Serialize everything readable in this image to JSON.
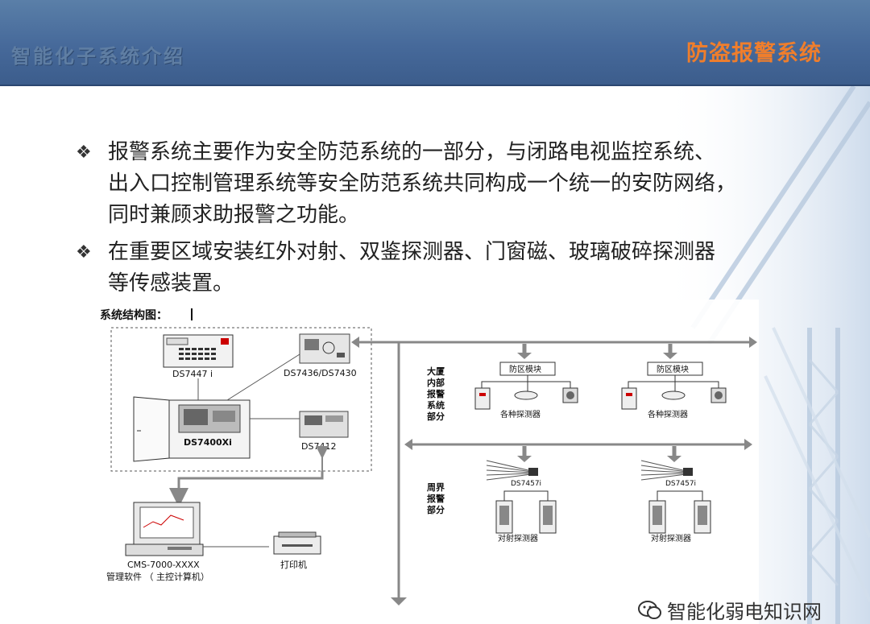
{
  "header": {
    "left_title": "智能化子系统介绍",
    "right_title": "防盗报警系统"
  },
  "bullets": [
    {
      "lines": [
        "报警系统主要作为安全防范系统的一部分，与闭路电视监控系统、",
        "出入口控制管理系统等安全防范系统共同构成一个统一的安防网络，",
        "同时兼顾求助报警之功能。"
      ]
    },
    {
      "lines": [
        "在重要区域安装红外对射、双鉴探测器、门窗磁、玻璃破碎探测器",
        "等传感装置。"
      ]
    }
  ],
  "bullet_icon": "diamond-dots-icon",
  "diagram": {
    "title": "系统结构图：",
    "devices": {
      "keypad": "DS7447 i",
      "module_board": "DS7436/DS7430",
      "panel": "DS7400Xi",
      "comm_board": "DS7412",
      "computer": "CMS-7000-XXXX",
      "computer_caption": "管理软件 （ 主控计算机）",
      "printer": "打印机"
    },
    "building_section_label": "大厦内部报警系统部分",
    "perimeter_section_label": "周界报警部分",
    "zone_module": "防区模块",
    "detectors_label": "各种探测器",
    "beam_unit": "DS7457i",
    "beam_detectors_label": "对射探测器"
  },
  "watermark": {
    "text": "智能化弱电知识网",
    "icon": "wechat-icon"
  },
  "colors": {
    "header": "#46699a",
    "accent": "#ef7e2c",
    "arrow": "#888888"
  }
}
